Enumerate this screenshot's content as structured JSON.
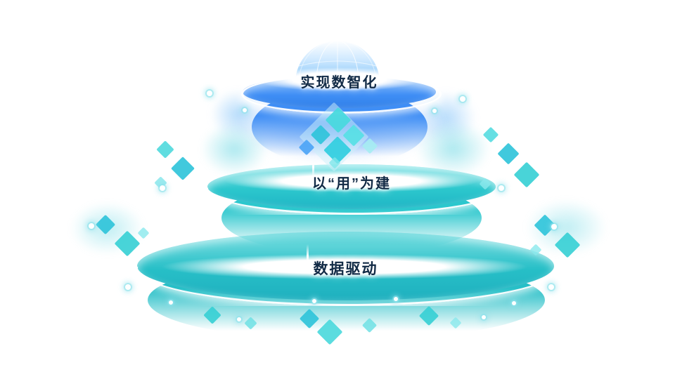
{
  "diagram": {
    "type": "stacked-platform-pyramid",
    "tiers": [
      {
        "id": "top",
        "label": "实现数智化",
        "color": "#3f8ef5"
      },
      {
        "id": "middle",
        "label": "以“用”为建",
        "color": "#2cc7cd"
      },
      {
        "id": "bottom",
        "label": "数据驱动",
        "color": "#27bfc7"
      }
    ]
  },
  "colors": {
    "tier-top": "#3f8ef5",
    "tier-top-deep": "#2f7fe8",
    "tier-mid": "#2cc7cd",
    "tier-mid-deep": "#1fb5c5",
    "tier-bottom": "#27bfc7",
    "tier-bottom-deep": "#1fb0bf",
    "label-color": "#112a45"
  }
}
